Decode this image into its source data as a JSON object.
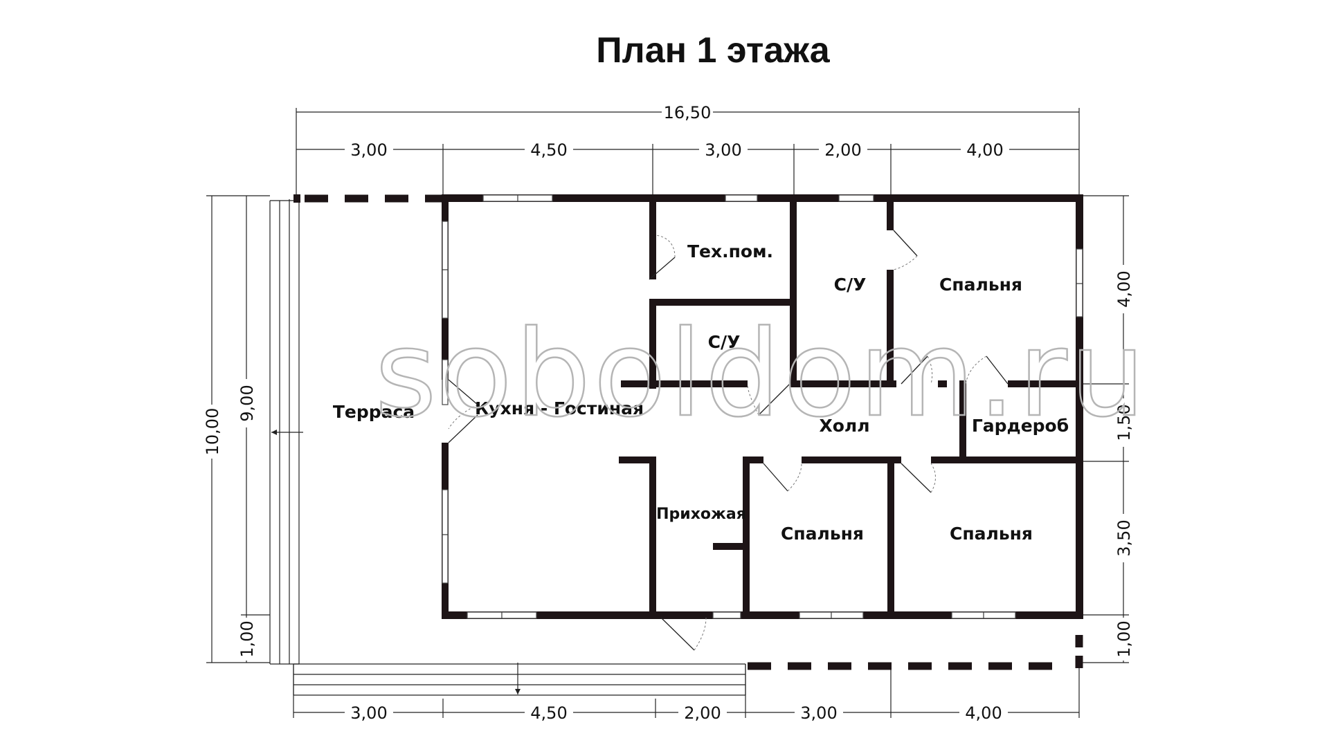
{
  "title": "План 1 этажа",
  "watermark": "soboldom.ru",
  "rooms": {
    "terrace": "Терраса",
    "kitchen_living": "Кухня - Гостиная",
    "tech": "Тех.пом.",
    "bath1": "С/У",
    "bath2": "С/У",
    "bedroom_top": "Спальня",
    "hall": "Холл",
    "wardrobe": "Гардероб",
    "entrance": "Прихожая",
    "bedroom_mid": "Спальня",
    "bedroom_right": "Спальня"
  },
  "dimensions": {
    "top_total": "16,50",
    "top": [
      "3,00",
      "4,50",
      "3,00",
      "2,00",
      "4,00"
    ],
    "bottom": [
      "3,00",
      "4,50",
      "2,00",
      "3,00",
      "4,00"
    ],
    "right": [
      "4,00",
      "1,50",
      "3,50",
      "1,00"
    ],
    "left_outer": "10,00",
    "left_inner": [
      "9,00",
      "1,00"
    ]
  },
  "colors": {
    "wall": "#1d1416",
    "watermark": "#b5b5b5"
  }
}
